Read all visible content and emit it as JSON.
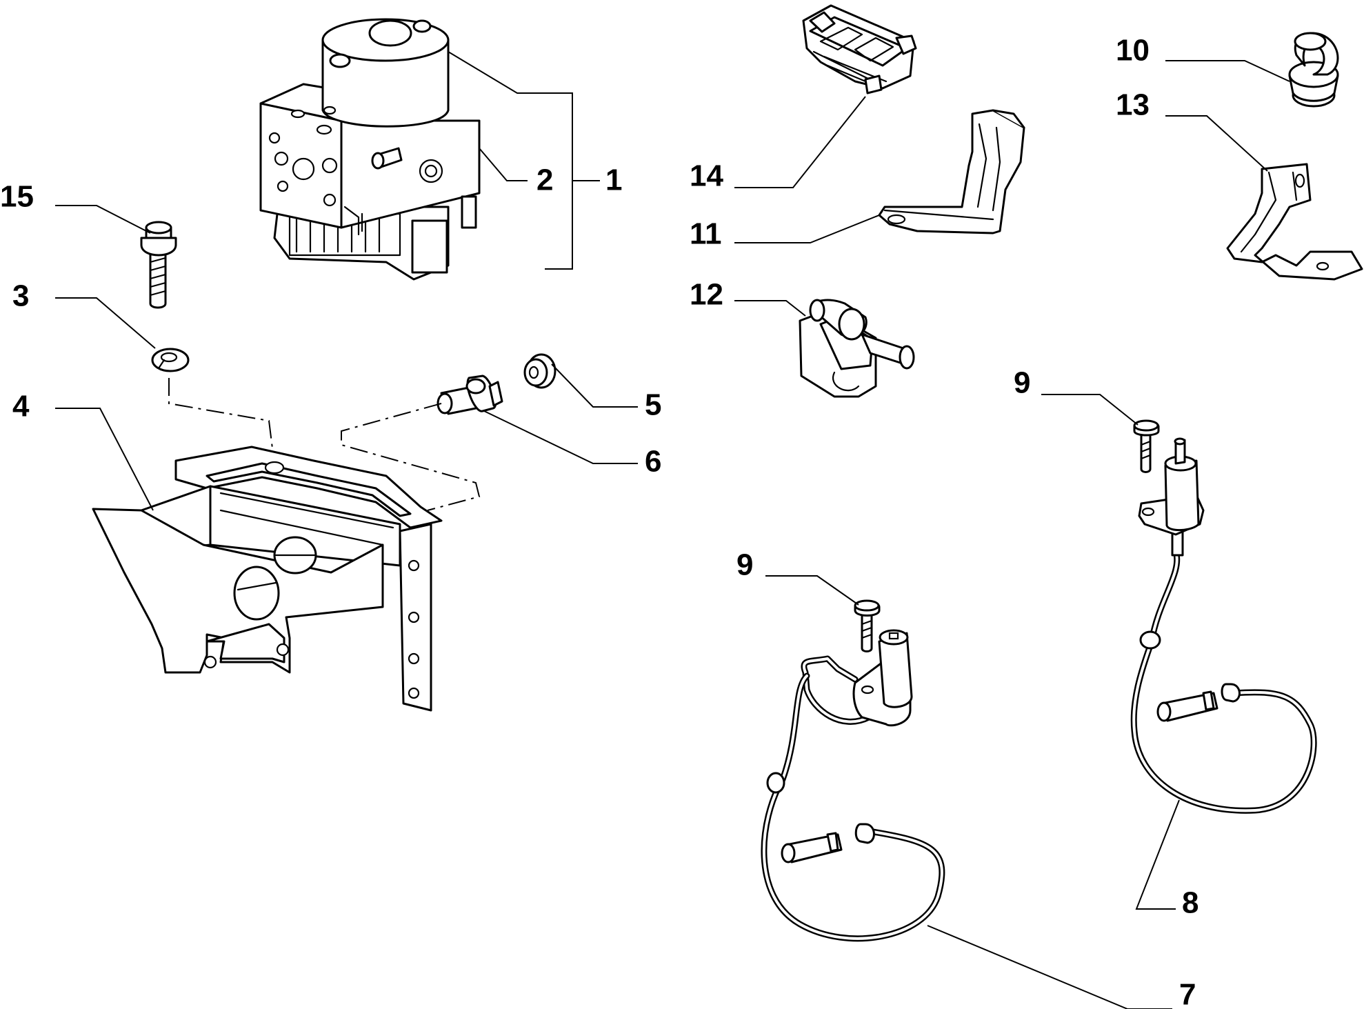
{
  "diagram": {
    "callouts": [
      {
        "id": "1",
        "label": "1"
      },
      {
        "id": "2",
        "label": "2"
      },
      {
        "id": "3",
        "label": "3"
      },
      {
        "id": "4",
        "label": "4"
      },
      {
        "id": "5",
        "label": "5"
      },
      {
        "id": "6",
        "label": "6"
      },
      {
        "id": "7",
        "label": "7"
      },
      {
        "id": "8",
        "label": "8"
      },
      {
        "id": "9a",
        "label": "9"
      },
      {
        "id": "9b",
        "label": "9"
      },
      {
        "id": "10",
        "label": "10"
      },
      {
        "id": "11",
        "label": "11"
      },
      {
        "id": "12",
        "label": "12"
      },
      {
        "id": "13",
        "label": "13"
      },
      {
        "id": "14",
        "label": "14"
      },
      {
        "id": "15",
        "label": "15"
      }
    ]
  }
}
